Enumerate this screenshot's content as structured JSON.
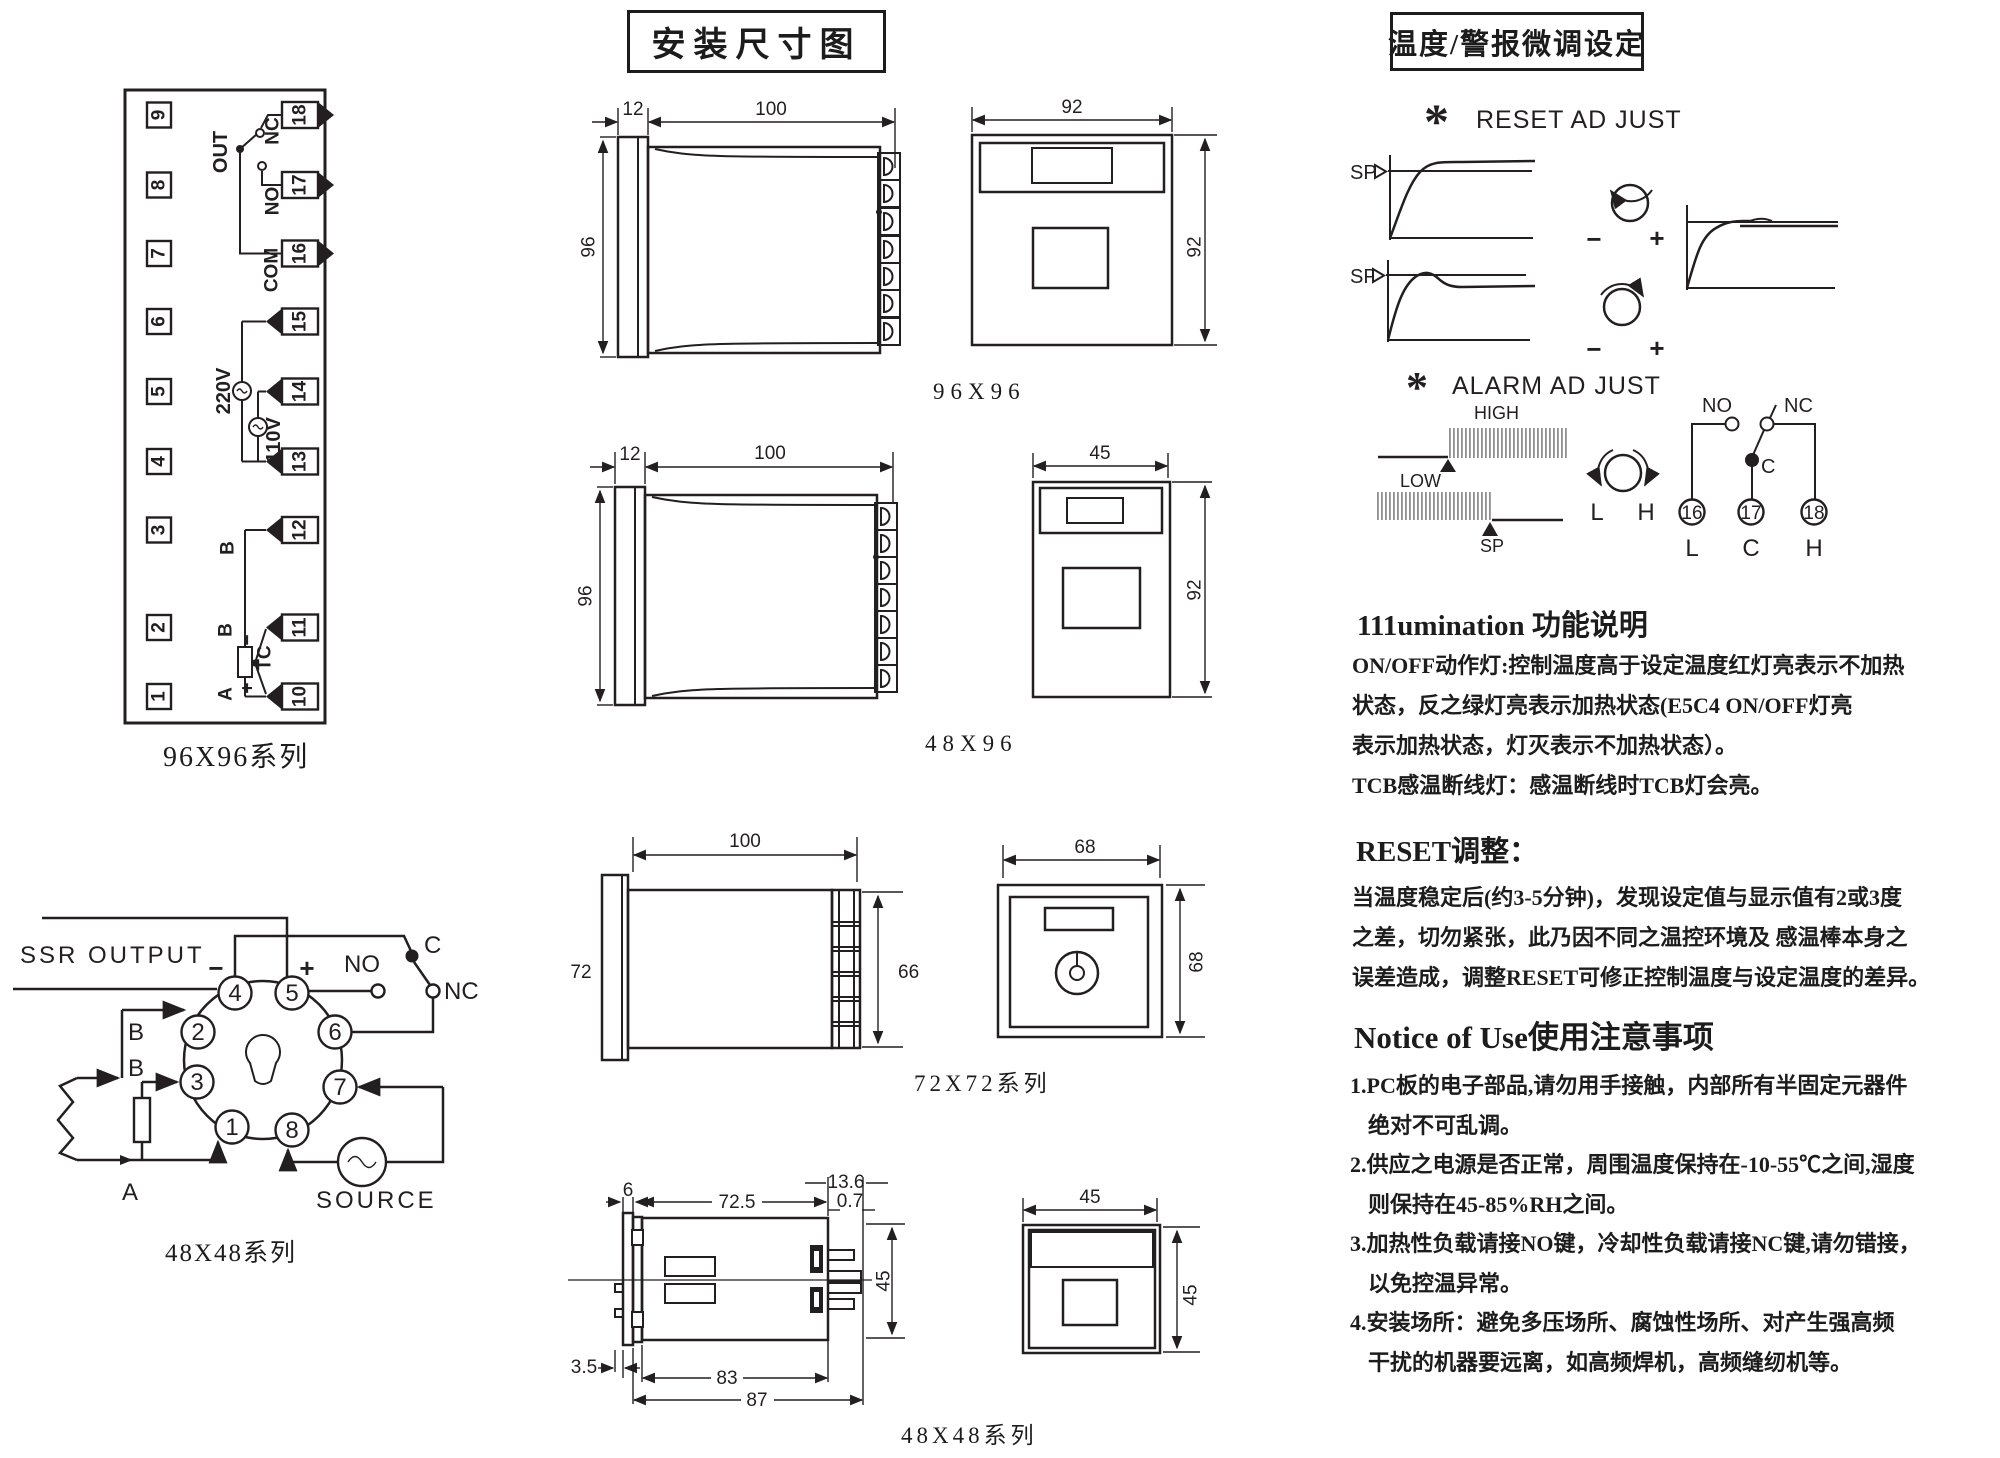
{
  "left": {
    "terminal": {
      "series_label": "96X96系列",
      "left_pins": [
        "9",
        "8",
        "7",
        "6",
        "5",
        "4",
        "3",
        "2",
        "1"
      ],
      "right_pins": [
        "18",
        "17",
        "16",
        "15",
        "14",
        "13",
        "12",
        "11",
        "10"
      ],
      "out": "OUT",
      "nc": "NC",
      "no": "NO",
      "com": "COM",
      "v220": "220V",
      "v110": "110V",
      "b1": "B",
      "b2": "B",
      "a": "A",
      "tc": "TC",
      "plus": "+",
      "minus": "−"
    },
    "socket": {
      "series_label": "48X48系列",
      "ssr": "SSR OUTPUT",
      "source": "SOURCE",
      "pins": [
        "1",
        "2",
        "3",
        "4",
        "5",
        "6",
        "7",
        "8"
      ],
      "no": "NO",
      "nc": "NC",
      "c": "C",
      "b1": "B",
      "b2": "B",
      "a": "A",
      "plus": "+",
      "minus": "−"
    }
  },
  "middle": {
    "title": "安装尺寸图",
    "row1": {
      "label": "96X96",
      "d12": "12",
      "d100": "100",
      "d96": "96",
      "f92w": "92",
      "f92h": "92"
    },
    "row2": {
      "label": "48X96",
      "d12": "12",
      "d100": "100",
      "d96": "96",
      "f45": "45",
      "f92": "92"
    },
    "row3": {
      "label": "72X72系列",
      "d100": "100",
      "d72": "72",
      "d66": "66",
      "f68w": "68",
      "f68h": "68"
    },
    "row4": {
      "label": "48X48系列",
      "d6": "6",
      "d725": "72.5",
      "d136": "13.6",
      "d07": "0.7",
      "d45side": "45",
      "d35": "3.5",
      "d83": "83",
      "d87": "87",
      "f45w": "45",
      "f45h": "45"
    }
  },
  "right": {
    "title": "温度/警报微调设定",
    "reset": {
      "star": "*",
      "title": "RESET AD JUST",
      "sp": "SP",
      "minus": "−",
      "plus": "+"
    },
    "alarm": {
      "star": "*",
      "title": "ALARM AD JUST",
      "high": "HIGH",
      "low": "LOW",
      "sp": "SP",
      "l": "L",
      "h": "H",
      "no": "NO",
      "nc": "NC",
      "c": "C",
      "t16": "16",
      "t17": "17",
      "t18": "18",
      "bl": "L",
      "bc": "C",
      "bh": "H"
    },
    "sections": [
      {
        "heading": "111umination 功能说明",
        "lines": [
          "ON/OFF动作灯:控制温度高于设定温度红灯亮表示不加热",
          "状态，反之绿灯亮表示加热状态(E5C4 ON/OFF灯亮",
          "表示加热状态，灯灭表示不加热状态）。",
          "TCB感温断线灯：感温断线时TCB灯会亮。"
        ]
      },
      {
        "heading": "RESET调整：",
        "lines": [
          "当温度稳定后(约3-5分钟)，发现设定值与显示值有2或3度",
          "之差，切勿紧张，此乃因不同之温控环境及 感温棒本身之",
          "误差造成，调整RESET可修正控制温度与设定温度的差异。"
        ]
      },
      {
        "heading": "Notice of Use使用注意事项",
        "lines": [
          "1.PC板的电子部品,请勿用手接触，内部所有半固定元器件",
          "绝对不可乱调。",
          "2.供应之电源是否正常，周围温度保持在-10-55℃之间,湿度",
          "则保持在45-85%RH之间。",
          "3.加热性负载请接NO键，冷却性负载请接NC键,请勿错接，",
          "以免控温异常。",
          "4.安装场所：避免多压场所、腐蚀性场所、对产生强高频",
          "干扰的机器要远离，如高频焊机，高频缝纫机等。"
        ]
      }
    ]
  }
}
